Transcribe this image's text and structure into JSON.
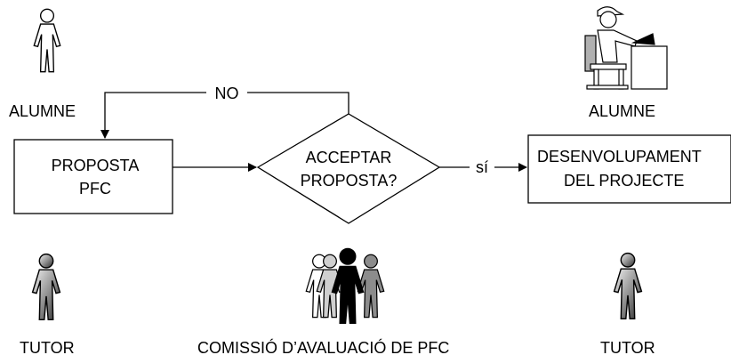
{
  "actors": {
    "student_top_left": "ALUMNE",
    "student_top_right": "ALUMNE",
    "tutor_left": "TUTOR",
    "committee": "COMISSIÓ D’AVALUACIÓ DE PFC",
    "tutor_right": "TUTOR"
  },
  "nodes": {
    "proposal_line1": "PROPOSTA",
    "proposal_line2": "PFC",
    "decision_line1": "ACCEPTAR",
    "decision_line2": "PROPOSTA?",
    "development_line1": "DESENVOLUPAMENT",
    "development_line2": "DEL PROJECTE"
  },
  "edges": {
    "no_label": "NO",
    "yes_label": "sí"
  }
}
